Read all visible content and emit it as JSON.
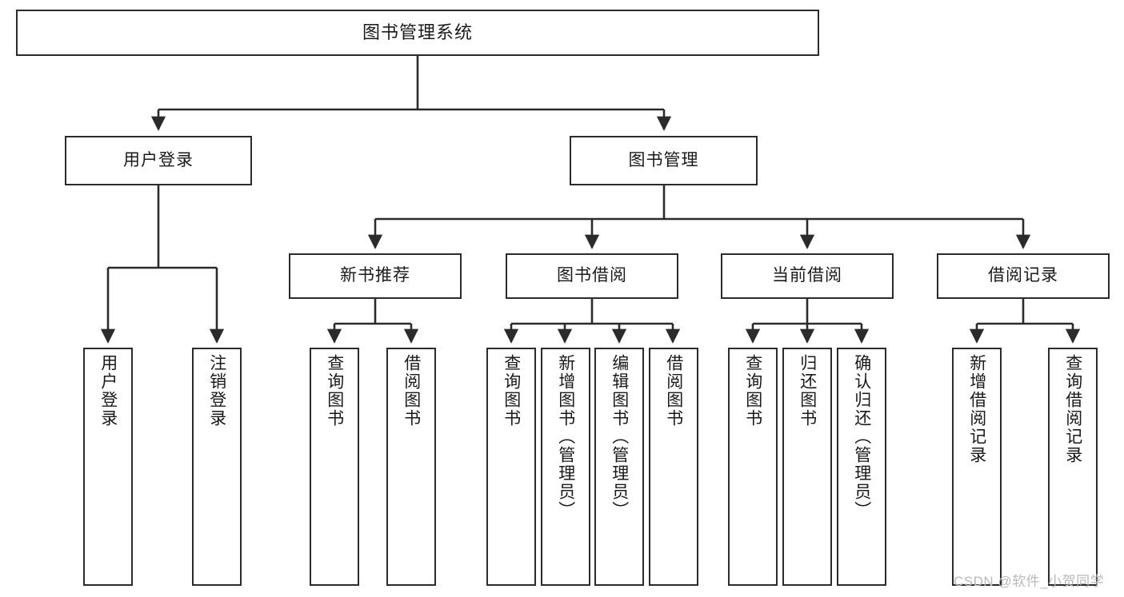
{
  "diagram": {
    "type": "tree",
    "title": "图书管理系统",
    "watermark": "CSDN @软件_小贺同学",
    "colors": {
      "stroke": "#2b2b2b",
      "fill": "#ffffff",
      "text": "#1a1a1a",
      "watermark": "#b9b9b9"
    },
    "nodes": {
      "root": {
        "label": "图书管理系统"
      },
      "level1": [
        {
          "id": "user-login",
          "label": "用户登录"
        },
        {
          "id": "book-manage",
          "label": "图书管理"
        }
      ],
      "level2": [
        {
          "id": "new-book-recommend",
          "label": "新书推荐"
        },
        {
          "id": "book-borrow",
          "label": "图书借阅"
        },
        {
          "id": "current-borrow",
          "label": "当前借阅"
        },
        {
          "id": "borrow-record",
          "label": "借阅记录"
        }
      ],
      "leaves": {
        "user-login": [
          {
            "id": "leaf-user-login",
            "label": "用户登录"
          },
          {
            "id": "leaf-logout-login",
            "label": "注销登录"
          }
        ],
        "new-book-recommend": [
          {
            "id": "leaf-query-book-1",
            "label": "查询图书"
          },
          {
            "id": "leaf-borrow-book-1",
            "label": "借阅图书"
          }
        ],
        "book-borrow": [
          {
            "id": "leaf-query-book-2",
            "label": "查询图书"
          },
          {
            "id": "leaf-add-book",
            "label": "新增图书（管理员）"
          },
          {
            "id": "leaf-edit-book",
            "label": "编辑图书（管理员）"
          },
          {
            "id": "leaf-borrow-book-2",
            "label": "借阅图书"
          }
        ],
        "current-borrow": [
          {
            "id": "leaf-query-book-3",
            "label": "查询图书"
          },
          {
            "id": "leaf-return-book",
            "label": "归还图书"
          },
          {
            "id": "leaf-confirm-return",
            "label": "确认归还（管理员）"
          }
        ],
        "borrow-record": [
          {
            "id": "leaf-add-record",
            "label": "新增借阅记录"
          },
          {
            "id": "leaf-query-record",
            "label": "查询借阅记录"
          }
        ]
      }
    }
  }
}
